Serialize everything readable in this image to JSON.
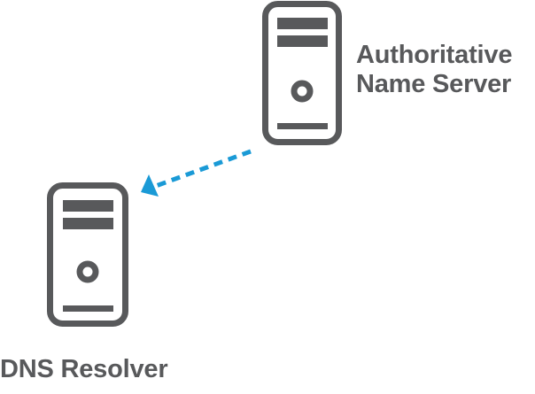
{
  "diagram": {
    "title": "DNS response flow",
    "nodes": [
      {
        "id": "authoritative",
        "label_line1": "Authoritative",
        "label_line2": "Name Server",
        "icon": "server-icon"
      },
      {
        "id": "resolver",
        "label": "DNS Resolver",
        "icon": "server-icon"
      }
    ],
    "edges": [
      {
        "from": "authoritative",
        "to": "resolver",
        "style": "dashed",
        "direction": "to-resolver"
      }
    ],
    "colors": {
      "server": "#58595b",
      "arrow": "#1a9ad6",
      "text": "#58595b"
    }
  }
}
